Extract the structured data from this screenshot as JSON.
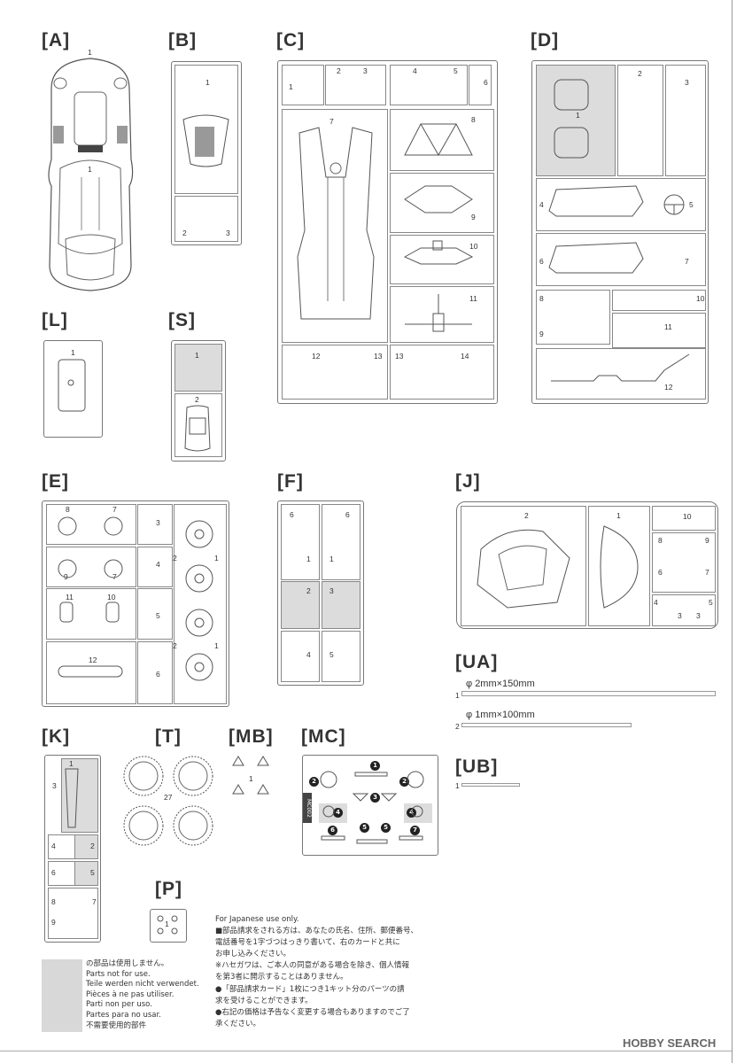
{
  "sections": {
    "A": {
      "label": "[A]",
      "n1": "1",
      "n2": "1"
    },
    "B": {
      "label": "[B]",
      "n1": "1",
      "n2": "2",
      "n3": "3"
    },
    "C": {
      "label": "[C]",
      "nums": [
        "1",
        "2",
        "3",
        "4",
        "5",
        "6",
        "7",
        "8",
        "9",
        "10",
        "11",
        "12",
        "13",
        "13",
        "14"
      ]
    },
    "D": {
      "label": "[D]",
      "nums": [
        "1",
        "2",
        "3",
        "4",
        "5",
        "6",
        "7",
        "8",
        "9",
        "10",
        "11",
        "12"
      ]
    },
    "L": {
      "label": "[L]",
      "n1": "1"
    },
    "S": {
      "label": "[S]",
      "n1": "1",
      "n2": "2"
    },
    "E": {
      "label": "[E]",
      "nums": [
        "8",
        "7",
        "3",
        "9",
        "7",
        "4",
        "11",
        "10",
        "5",
        "12",
        "6",
        "2",
        "1",
        "2",
        "1"
      ]
    },
    "F": {
      "label": "[F]",
      "nums": [
        "6",
        "1",
        "6",
        "1",
        "2",
        "3",
        "4",
        "5"
      ]
    },
    "J": {
      "label": "[J]",
      "nums": [
        "2",
        "1",
        "10",
        "8",
        "9",
        "6",
        "7",
        "4",
        "5",
        "3",
        "3"
      ]
    },
    "UA": {
      "label": "[UA]",
      "rod1_num": "1",
      "rod1_text": "φ 2mm×150mm",
      "rod2_num": "2",
      "rod2_text": "φ 1mm×100mm"
    },
    "UB": {
      "label": "[UB]",
      "rod1_num": "1"
    },
    "K": {
      "label": "[K]",
      "nums": [
        "1",
        "3",
        "4",
        "2",
        "6",
        "5",
        "8",
        "7",
        "9"
      ]
    },
    "T": {
      "label": "[T]",
      "n1": "27"
    },
    "MB": {
      "label": "[MB]",
      "n1": "1"
    },
    "MC": {
      "label": "[MC]",
      "tab": "MC002",
      "nums": [
        "1",
        "2",
        "2",
        "3",
        "4",
        "4",
        "5",
        "5",
        "6",
        "7"
      ]
    },
    "P": {
      "label": "[P]",
      "n1": "1"
    }
  },
  "legend": {
    "lines": [
      "の部品は使用しません。",
      "Parts not for use.",
      "Teile werden nicht verwendet.",
      "Pièces à ne pas utiliser.",
      "Parti non per uso.",
      "Partes para no usar.",
      "不需要使用的部件"
    ]
  },
  "japanese_note": {
    "lines": [
      "For Japanese use only.",
      "■部品請求をされる方は、あなたの氏名、住所、郵便番号、",
      "電話番号を1字づつはっきり書いて、右のカードと共に",
      "お申し込みください。",
      "※ハセガワは、ご本人の同意がある場合を除き、個人情報",
      "を第3者に開示することはありません。",
      "●「部品請求カード」1枚につき1キット分のパーツの請",
      "求を受けることができます。",
      "●右記の価格は予告なく変更する場合もありますのでご了",
      "承ください。"
    ]
  },
  "watermark": "HOBBY SEARCH"
}
